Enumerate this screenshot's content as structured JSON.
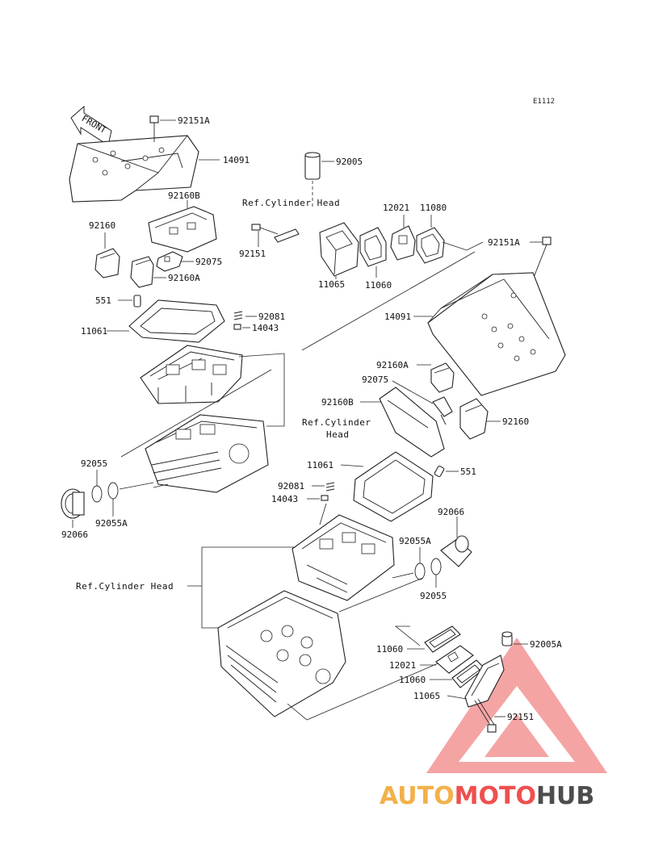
{
  "diagram": {
    "code": "E1112",
    "front_label": "FRONT",
    "ref_labels": {
      "rear_top": "Ref.Cylinder Head",
      "rear_side_1": "Ref.Cylinder",
      "rear_side_2": "Head",
      "front_side": "Ref.Cylinder Head"
    },
    "part_labels": {
      "p92151A_top": "92151A",
      "p14091_top": "14091",
      "p92005": "92005",
      "p92160B_top": "92160B",
      "p12021_top": "12021",
      "p11080": "11080",
      "p92160_top": "92160",
      "p92151_top": "92151",
      "p92075_top": "92075",
      "p92151A_right": "92151A",
      "p92160A_top": "92160A",
      "p11065_top": "11065",
      "p11060_top": "11060",
      "p551_top": "551",
      "p92081_top": "92081",
      "p14043_top": "14043",
      "p11061_top": "11061",
      "p14091_right": "14091",
      "p92160A_right": "92160A",
      "p92075_right": "92075",
      "p92160B_right": "92160B",
      "p92160_right": "92160",
      "p92055_left": "92055",
      "p11061_mid": "11061",
      "p551_mid": "551",
      "p92081_mid": "92081",
      "p14043_mid": "14043",
      "p92066_right": "92066",
      "p92066_left": "92066",
      "p92055A_left": "92055A",
      "p92055A_right": "92055A",
      "p92055_right": "92055",
      "p11060_b1": "11060",
      "p92005A": "92005A",
      "p12021_b": "12021",
      "p11060_b2": "11060",
      "p11065_b": "11065",
      "p92151_b": "92151"
    }
  },
  "watermark": {
    "part1": "AUTO",
    "part2": "MOTO",
    "part3": "HUB",
    "color_auto": "#f2b14a",
    "color_moto": "#ef4f4f",
    "color_hub": "#4d4d4d"
  }
}
